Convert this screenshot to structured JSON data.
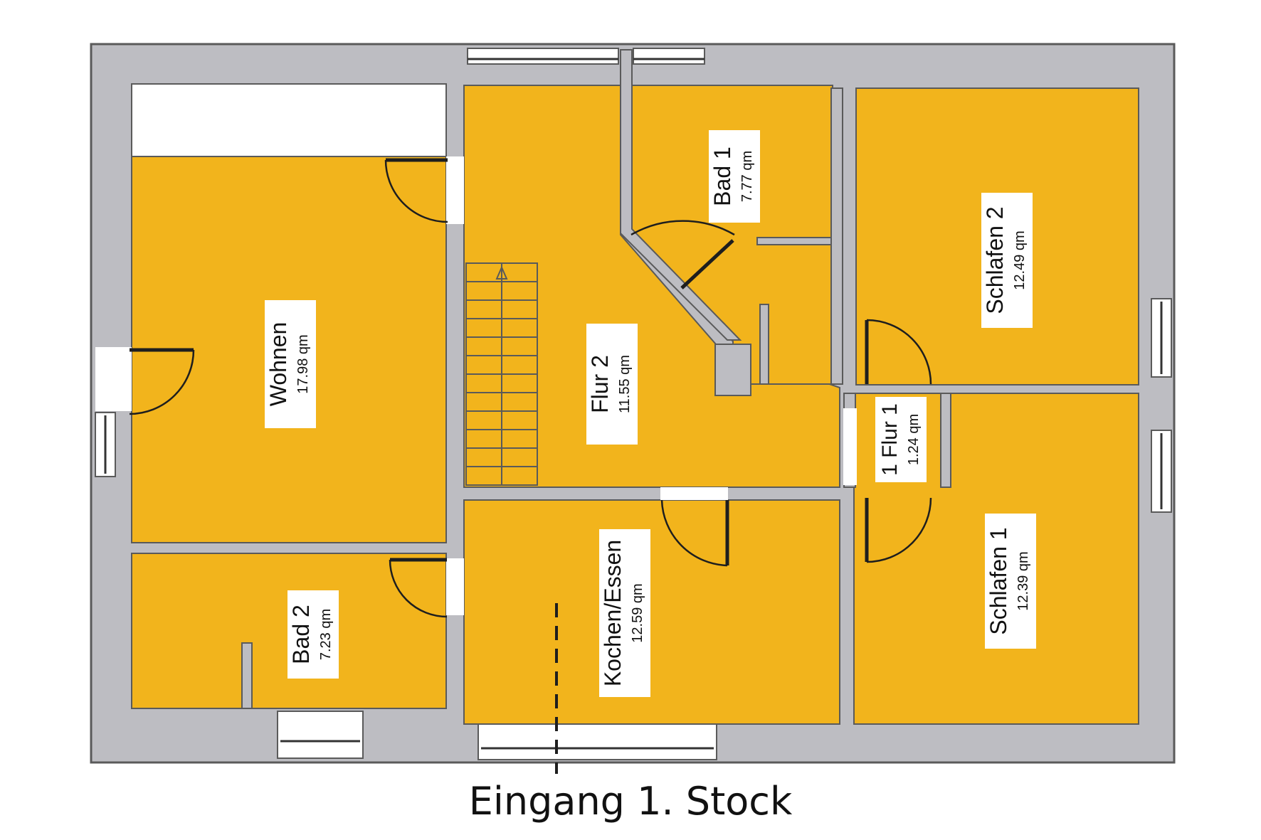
{
  "caption": "Eingang 1. Stock",
  "colors": {
    "room_fill": "#f2b41c",
    "wall": "#bdbdc2",
    "outline": "#5a5a5a",
    "label_bg": "#ffffff"
  },
  "rooms": {
    "wohnen": {
      "name": "Wohnen",
      "area": "17.98 qm"
    },
    "flur2": {
      "name": "Flur 2",
      "area": "11.55 qm"
    },
    "bad1": {
      "name": "Bad 1",
      "area": "7.77 qm"
    },
    "schlafen2": {
      "name": "Schlafen 2",
      "area": "12.49 qm"
    },
    "flur1": {
      "name": "1 Flur 1",
      "area": "1.24 qm"
    },
    "schlafen1": {
      "name": "Schlafen 1",
      "area": "12.39 qm"
    },
    "kochen": {
      "name": "Kochen/Essen",
      "area": "12.59 qm"
    },
    "bad2": {
      "name": "Bad 2",
      "area": "7.23 qm"
    }
  }
}
